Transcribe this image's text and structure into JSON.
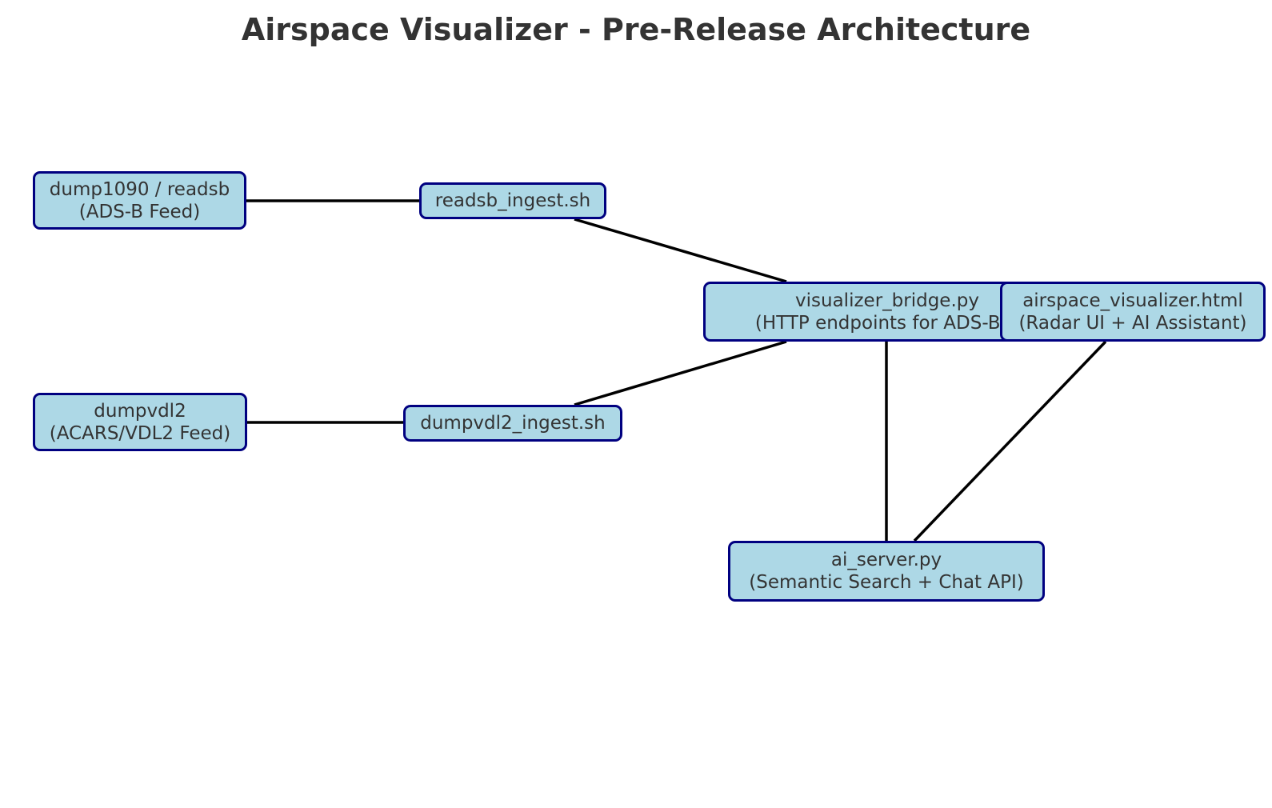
{
  "title": "Airspace Visualizer - Pre-Release Architecture",
  "colors": {
    "node_fill": "#add8e6",
    "node_border": "#000080",
    "edge": "#000000",
    "text": "#333333"
  },
  "nodes": {
    "dump1090": {
      "line1": "dump1090 / readsb",
      "line2": "(ADS-B Feed)"
    },
    "readsb_ingest": {
      "line1": "readsb_ingest.sh",
      "line2": ""
    },
    "bridge": {
      "line1": "visualizer_bridge.py",
      "line2": "(HTTP endpoints for ADS-B/A"
    },
    "airspace_html": {
      "line1": "airspace_visualizer.html",
      "line2": "(Radar UI + AI Assistant)"
    },
    "dumpvdl2": {
      "line1": "dumpvdl2",
      "line2": "(ACARS/VDL2 Feed)"
    },
    "dumpvdl2_ingest": {
      "line1": "dumpvdl2_ingest.sh",
      "line2": ""
    },
    "ai_server": {
      "line1": "ai_server.py",
      "line2": "(Semantic Search + Chat API)"
    }
  },
  "edges": [
    {
      "from": "dump1090",
      "to": "readsb_ingest"
    },
    {
      "from": "readsb_ingest",
      "to": "bridge"
    },
    {
      "from": "dumpvdl2",
      "to": "dumpvdl2_ingest"
    },
    {
      "from": "dumpvdl2_ingest",
      "to": "bridge"
    },
    {
      "from": "bridge",
      "to": "ai_server"
    },
    {
      "from": "airspace_html",
      "to": "ai_server"
    }
  ]
}
